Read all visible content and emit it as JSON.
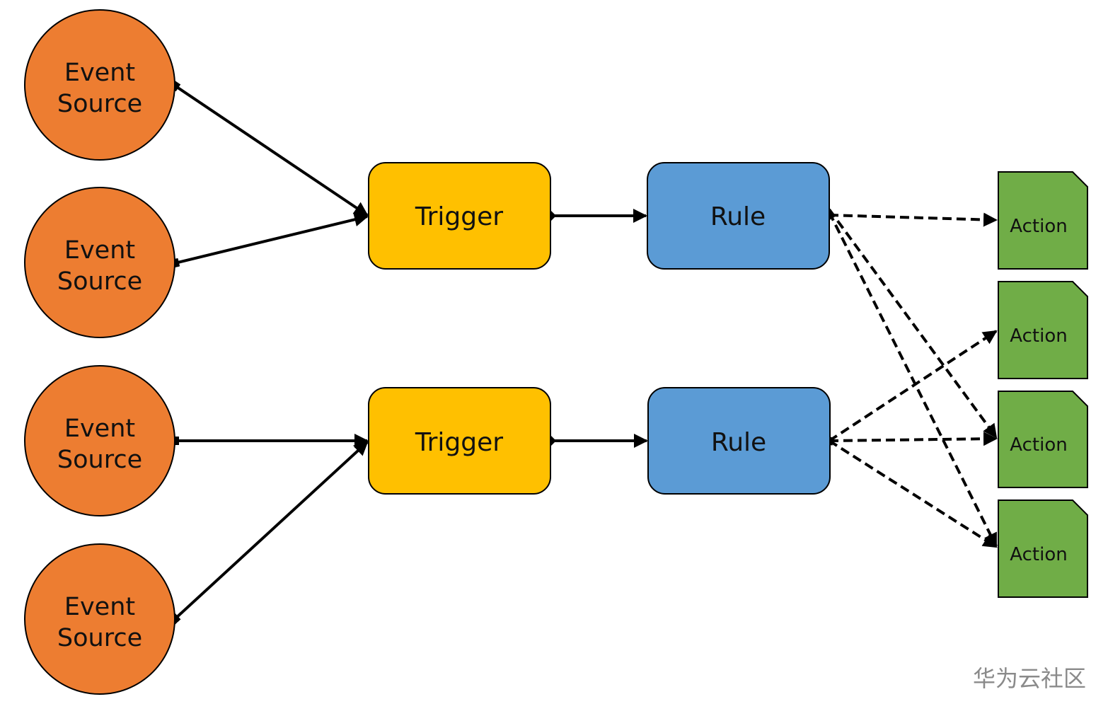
{
  "event_sources": [
    {
      "line1": "Event",
      "line2": "Source"
    },
    {
      "line1": "Event",
      "line2": "Source"
    },
    {
      "line1": "Event",
      "line2": "Source"
    },
    {
      "line1": "Event",
      "line2": "Source"
    }
  ],
  "triggers": [
    {
      "label": "Trigger"
    },
    {
      "label": "Trigger"
    }
  ],
  "rules": [
    {
      "label": "Rule"
    },
    {
      "label": "Rule"
    }
  ],
  "actions": [
    {
      "label": "Action"
    },
    {
      "label": "Action"
    },
    {
      "label": "Action"
    },
    {
      "label": "Action"
    }
  ],
  "watermark": "华为云社区",
  "colors": {
    "event_source": "#ED7D31",
    "trigger": "#FFC000",
    "rule": "#5B9BD5",
    "action": "#70AD47",
    "stroke": "#000000"
  }
}
